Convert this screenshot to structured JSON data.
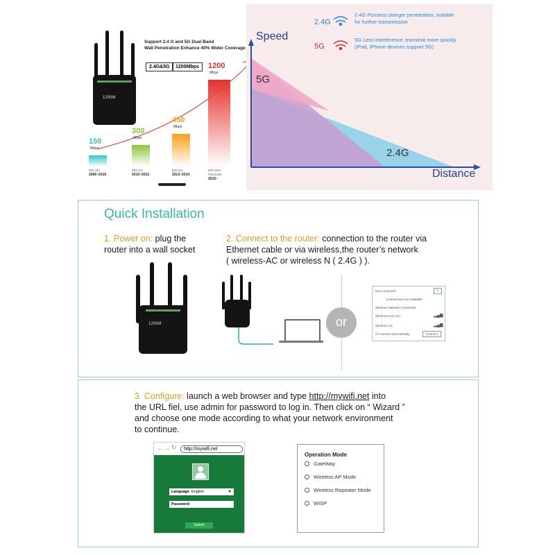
{
  "top_left": {
    "caption_line1": "Support 2.4 G and 5G  Dual Band",
    "caption_line2": "Wall Penetration Enhance 40% Wider Coverage",
    "badge1": "2.4G&5G",
    "badge2": "1200Mbps",
    "device_label": "1200M",
    "bars": [
      {
        "value": "150",
        "unit": "Mbps",
        "std": "802.11n",
        "years": "2006~2010",
        "color": "#2ec6c2",
        "level": 0.13
      },
      {
        "value": "300",
        "unit": "Mbps",
        "std": "802.11n",
        "years": "2010~2013",
        "color": "#8cc63f",
        "level": 0.25
      },
      {
        "value": "450",
        "unit": "Mbps",
        "std": "802.11n",
        "years": "2013~2014",
        "color": "#f7a11a",
        "level": 0.375
      },
      {
        "value": "1200",
        "unit": "Mbps",
        "std": "802.11ac",
        "std2": "PSG1200",
        "years": "2016~",
        "color": "#e5322d",
        "level": 1.0
      }
    ]
  },
  "top_right": {
    "legend_24_label": "2.4G",
    "legend_24_text1": "2.4G Possess stonger penetration, suitable",
    "legend_24_text2": "for further transmission",
    "legend_5_label": "5G",
    "legend_5_text1": "5G Less interference ,transimit more quickly.",
    "legend_5_text2": "(iPad, iPhone devices support 5G)",
    "speed_label": "Speed",
    "distance_label": "Distance",
    "area_5g_label": "5G",
    "area_24g_label": "2.4G",
    "color_24g": "#1e88e5",
    "color_5g": "#d32f2f"
  },
  "quick": {
    "title": "Quick Installation",
    "step1_label": "1. Power on:",
    "step1_rest": " plug the",
    "step1_line2": "router into a wall socket",
    "step2_label": "2. Connect to the  router:",
    "step2_rest": " connection to the  router  via",
    "step2_line2": "Ethernet cable or via  wireless,the  router’s network",
    "step2_line3": "( wireless-AC or  wireless N ( 2.4G ) ).",
    "or_label": "or",
    "device_label": "1200M",
    "wifi_panel": {
      "not_connected": "Not connected",
      "connections_available": "Connections are available",
      "network_header": "Wireless Network Connection",
      "net1": "Wireless-N (2.4G)",
      "net2": "Wireless-AC",
      "connect_auto": "Connect automatically",
      "connect_button": "Connect"
    }
  },
  "configure": {
    "label": "3. Configure:",
    "line1_rest": "  launch a web browser and type ",
    "url": "http://mywifi.net",
    "line1_end": " into",
    "line2": "the URL fiel,  use admin for password to log in. Then click on “ Wizard ”",
    "line3": "and choose one mode according to what your network environment",
    "line4": "to continue.",
    "browser": {
      "address": "http://mywifi.net",
      "language_label": "Language",
      "language_value": "English",
      "password_label": "Password",
      "submit": "Submit"
    },
    "mode_panel": {
      "title": "Operation Mode",
      "options": [
        "GateWay",
        "Wireless AP Mode",
        "Wireless Repeater Mode",
        "WISP"
      ]
    }
  }
}
